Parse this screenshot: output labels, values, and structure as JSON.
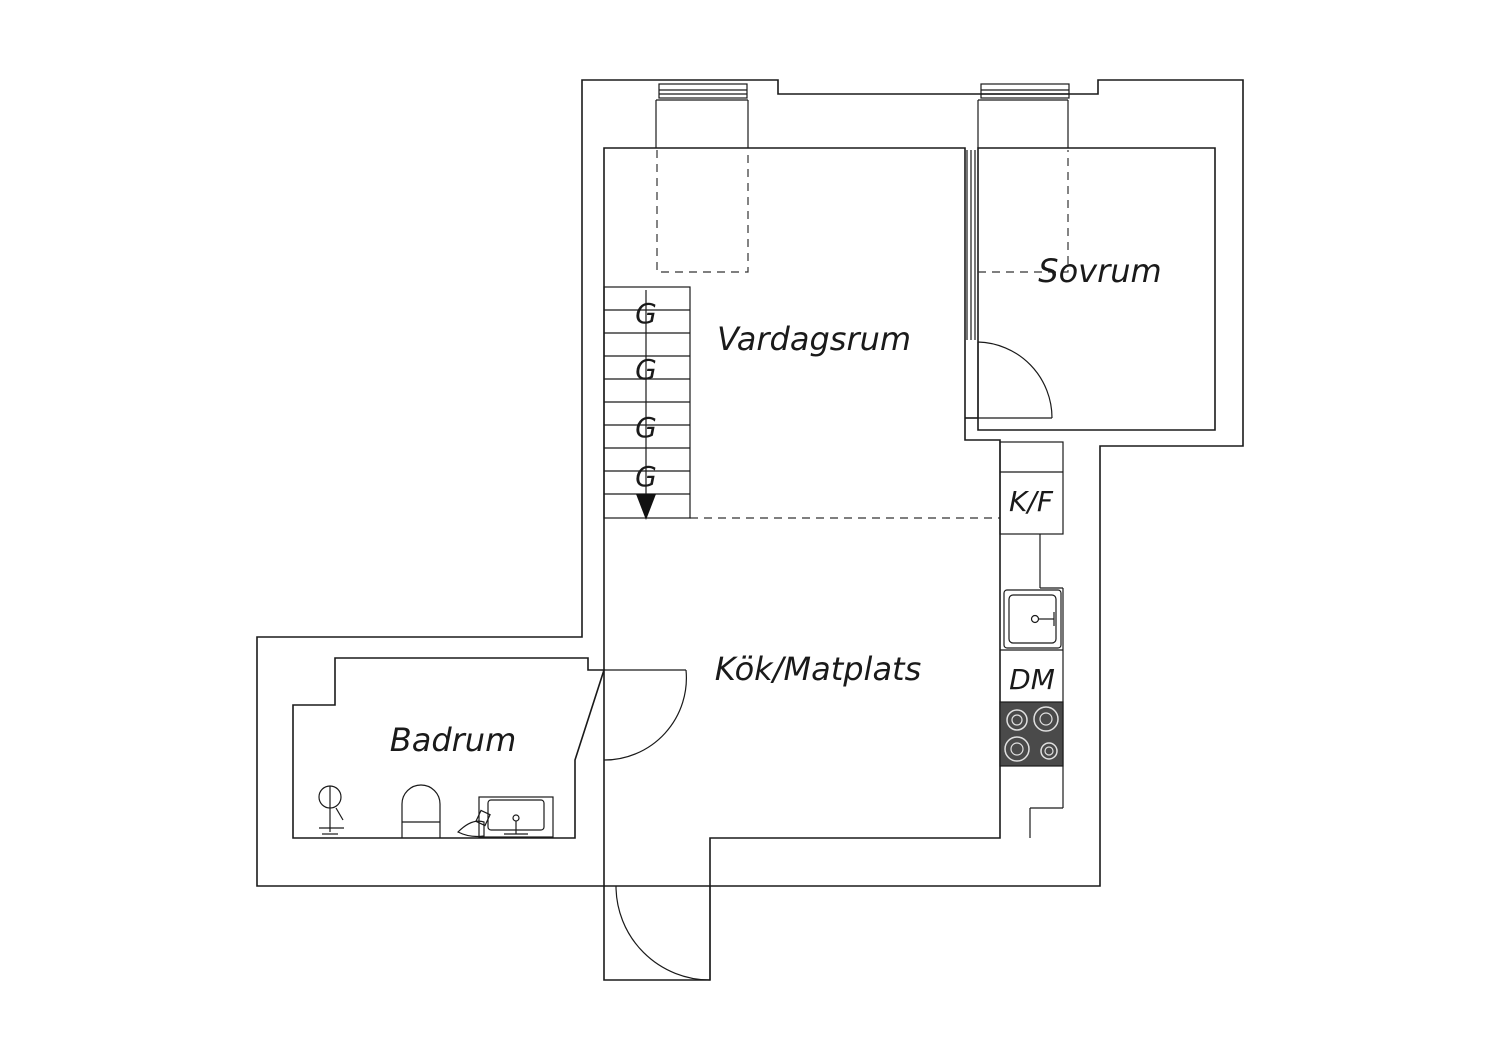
{
  "rooms": {
    "vardagsrum": "Vardagsrum",
    "sovrum": "Sovrum",
    "kok": "Kök/Matplats",
    "badrum": "Badrum"
  },
  "stairs": {
    "step_labels": [
      "G",
      "G",
      "G",
      "G"
    ]
  },
  "appliances": {
    "fridge": "K/F",
    "dishwasher": "DM"
  },
  "colors": {
    "line": "#1a1a1a",
    "stove": "#4a4a4a"
  }
}
